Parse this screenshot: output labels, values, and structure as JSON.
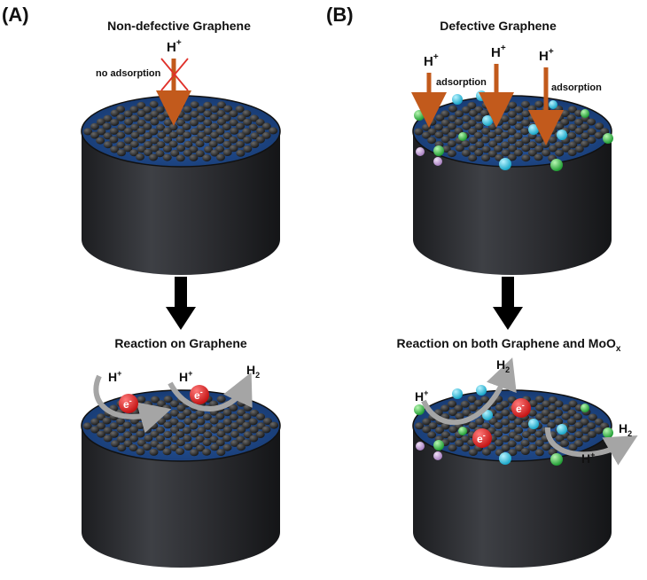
{
  "panel_a": {
    "label": "(A)",
    "title": "Non-defective Graphene",
    "ion": "H",
    "ion_charge": "+",
    "no_adsorption": "no adsorption",
    "reaction_title": "Reaction on Graphene",
    "electron": "e",
    "electron_charge": "-",
    "h2": "H",
    "h2_sub": "2"
  },
  "panel_b": {
    "label": "(B)",
    "title": "Defective Graphene",
    "ion": "H",
    "ion_charge": "+",
    "adsorption": "adsorption",
    "reaction_title_main": "Reaction on both Graphene and MoO",
    "reaction_title_sub": "x",
    "electron": "e",
    "electron_charge": "-",
    "h2": "H",
    "h2_sub": "2"
  },
  "colors": {
    "cylinder": "#2a2b2e",
    "cylinder_top": "#1f4a8c",
    "carbon": "#2b2b2b",
    "cyan_atom": "#2fc7e6",
    "green_atom": "#33c44a",
    "pink_atom": "#c9a6d8",
    "proton_arrow": "#c25a1c",
    "electron": "#e01b1b",
    "flow_arrow": "#a5a5a5",
    "cross": "#e0302a"
  }
}
